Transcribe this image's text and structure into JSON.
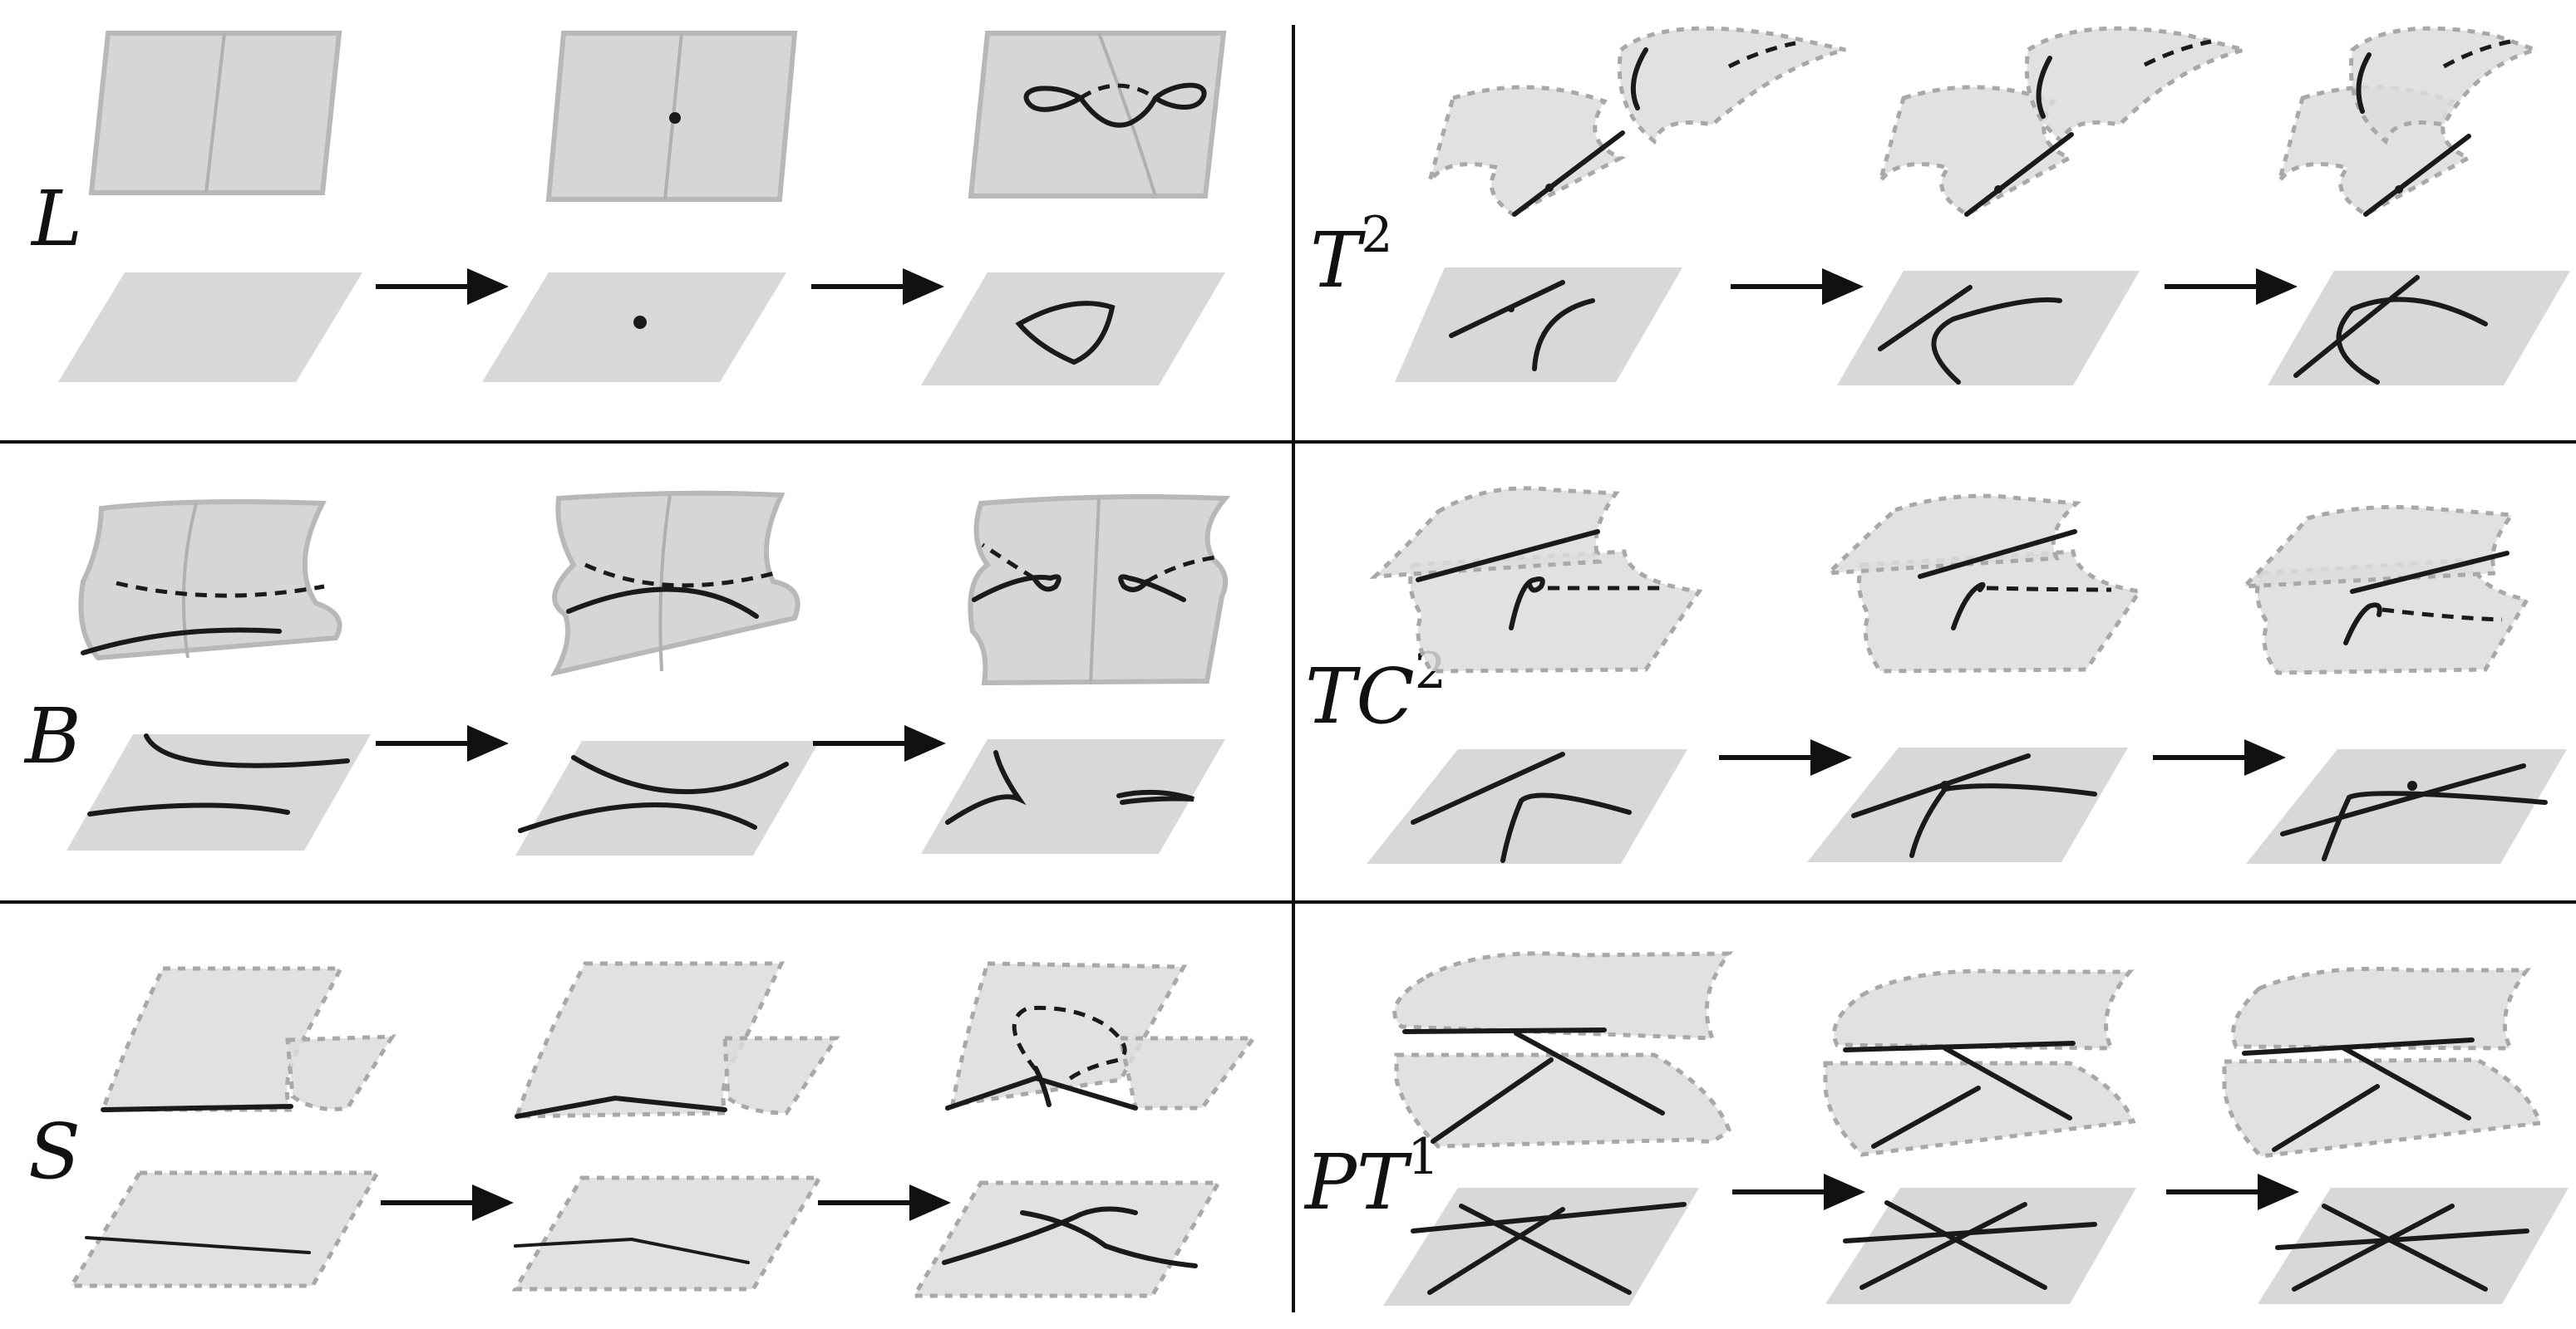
{
  "panels": [
    {
      "id": "L",
      "label": "L",
      "superscript": ""
    },
    {
      "id": "T2",
      "label": "T",
      "superscript": "2"
    },
    {
      "id": "B",
      "label": "B",
      "superscript": ""
    },
    {
      "id": "TC2",
      "label": "TC",
      "superscript": "2"
    },
    {
      "id": "S",
      "label": "S",
      "superscript": ""
    },
    {
      "id": "PT1",
      "label": "PT",
      "superscript": "1"
    }
  ]
}
